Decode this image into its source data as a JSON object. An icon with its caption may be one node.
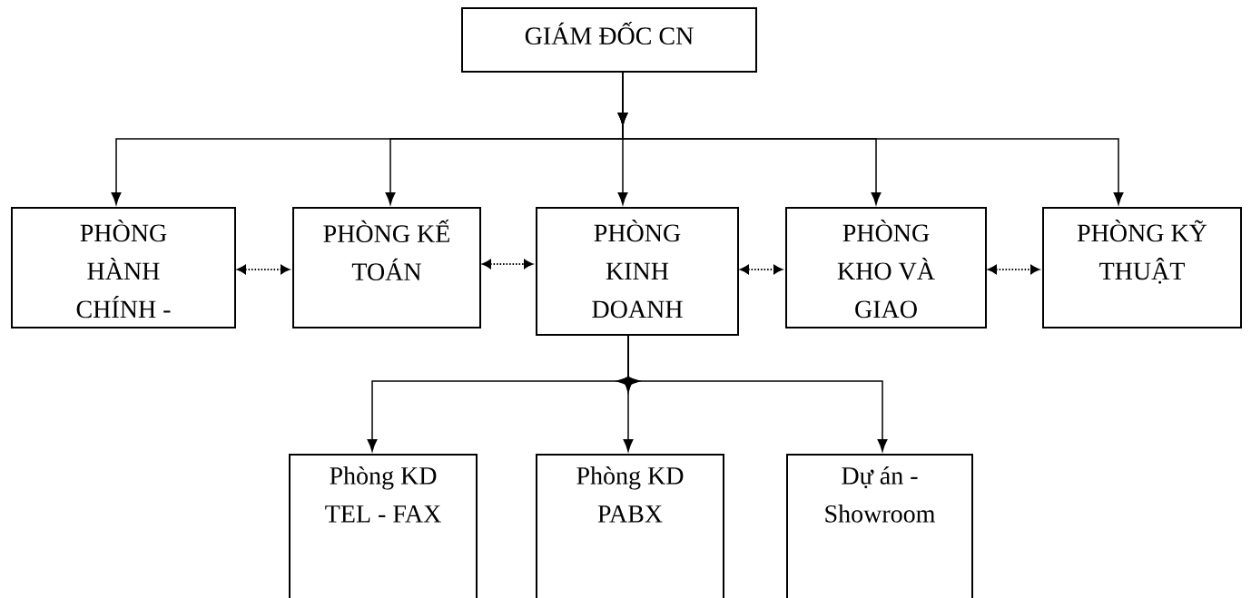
{
  "diagram": {
    "nodes": [
      {
        "text": [
          "GIÁM ĐỐC CN"
        ]
      },
      {
        "text": [
          "PHÒNG HÀNH CHÍNH -"
        ]
      },
      {
        "text": [
          "PHÒNG KẾ TOÁN"
        ]
      },
      {
        "text": [
          "PHÒNG KINH DOANH"
        ]
      },
      {
        "text": [
          "PHÒNG KHO VÀ GIAO"
        ]
      },
      {
        "text": [
          "PHÒNG KỸ THUẬT"
        ]
      },
      {
        "text": [
          "Phòng KD TEL - FAX"
        ]
      },
      {
        "text": [
          "Phòng KD PABX"
        ]
      },
      {
        "text": [
          "Dự án - Showroom"
        ]
      }
    ],
    "edges": [
      {
        "from": 0,
        "to": 1,
        "arrow": "to"
      },
      {
        "from": 0,
        "to": 2,
        "arrow": "to"
      },
      {
        "from": 0,
        "to": 3,
        "arrow": "to"
      },
      {
        "from": 0,
        "to": 4,
        "arrow": "to"
      },
      {
        "from": 0,
        "to": 5,
        "arrow": "to"
      },
      {
        "from": 1,
        "to": 2,
        "arrow": "both",
        "style": "dashed"
      },
      {
        "from": 2,
        "to": 3,
        "arrow": "both",
        "style": "dashed"
      },
      {
        "from": 3,
        "to": 4,
        "arrow": "both",
        "style": "dashed"
      },
      {
        "from": 4,
        "to": 5,
        "arrow": "both",
        "style": "dashed"
      },
      {
        "from": 3,
        "to": 6,
        "arrow": "to"
      },
      {
        "from": 3,
        "to": 7,
        "arrow": "to"
      },
      {
        "from": 3,
        "to": 8,
        "arrow": "to"
      }
    ]
  }
}
